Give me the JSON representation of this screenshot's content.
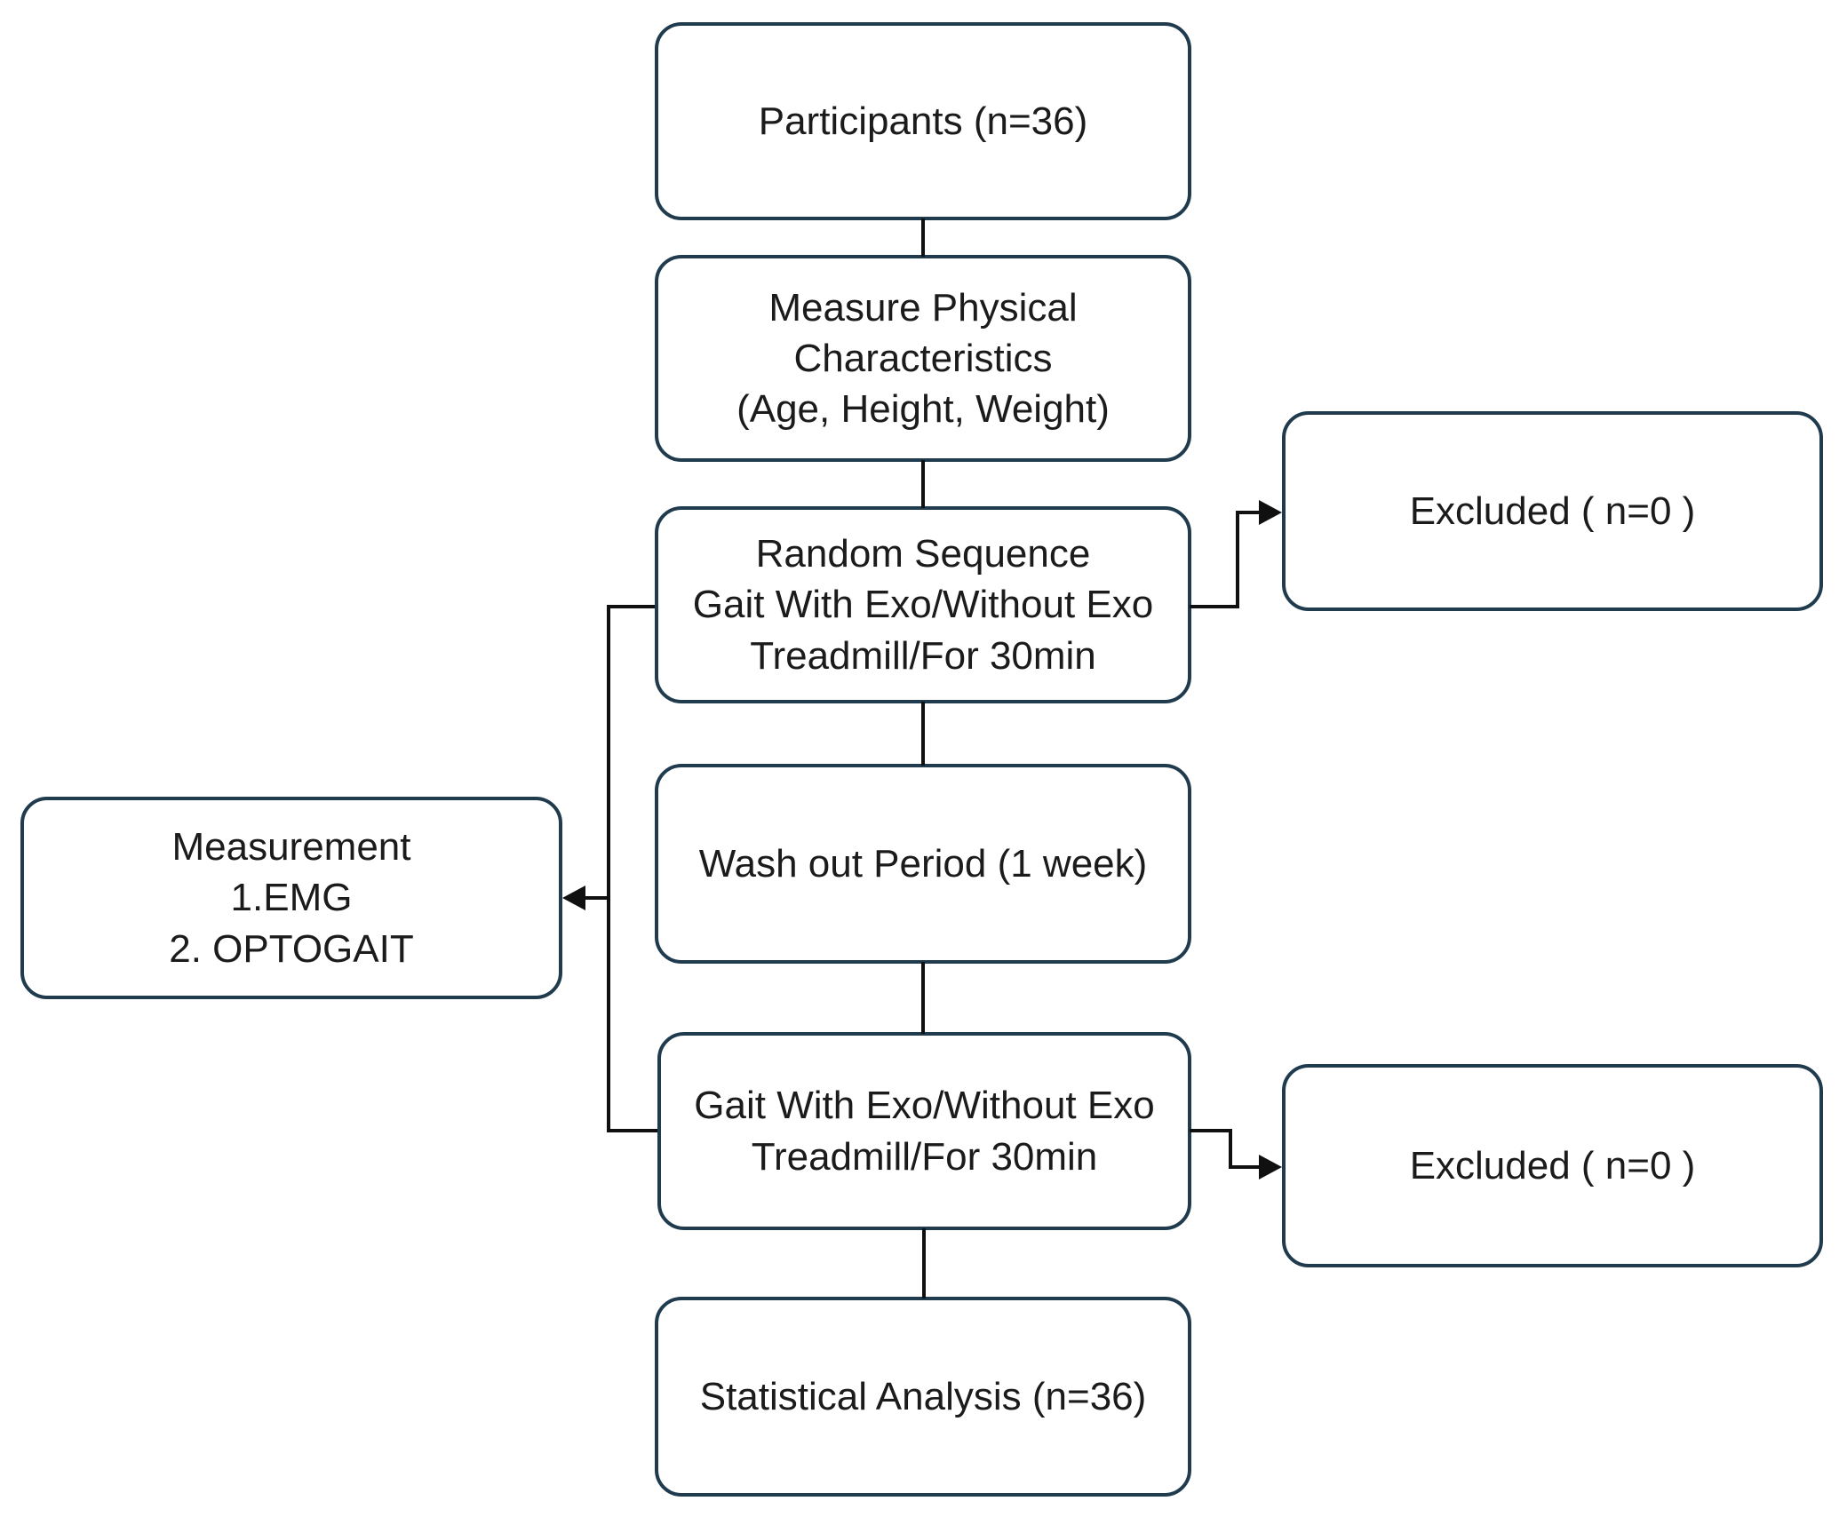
{
  "colors": {
    "box_border": "#1f3b4d",
    "connector": "#101010",
    "text": "#1b1b1b",
    "background": "#ffffff"
  },
  "nodes": {
    "participants": {
      "lines": [
        "Participants (n=36)"
      ]
    },
    "measure_physical": {
      "lines": [
        "Measure Physical",
        "Characteristics",
        "(Age, Height, Weight)"
      ]
    },
    "random_sequence": {
      "lines": [
        "Random Sequence",
        "Gait With Exo/Without Exo",
        "Treadmill/For 30min"
      ]
    },
    "excluded_top": {
      "lines": [
        "Excluded ( n=0 )"
      ]
    },
    "wash_out": {
      "lines": [
        "Wash out Period (1 week)"
      ]
    },
    "measurement": {
      "lines": [
        "Measurement",
        "1.EMG",
        "2. OPTOGAIT"
      ]
    },
    "gait": {
      "lines": [
        "Gait With Exo/Without Exo",
        "Treadmill/For 30min"
      ]
    },
    "excluded_bottom": {
      "lines": [
        "Excluded ( n=0 )"
      ]
    },
    "statistical": {
      "lines": [
        "Statistical Analysis (n=36)"
      ]
    }
  }
}
